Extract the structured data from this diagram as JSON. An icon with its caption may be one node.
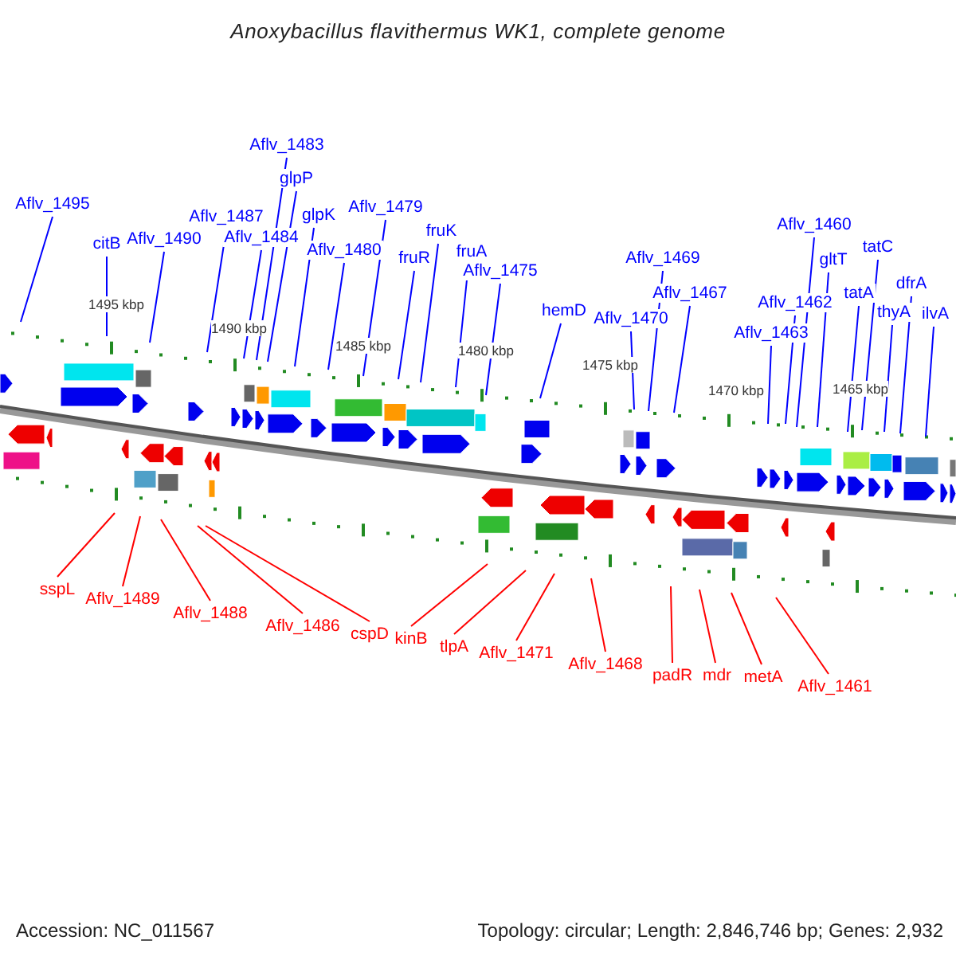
{
  "diagram": {
    "title": "Anoxybacillus flavithermus WK1, complete genome",
    "nodes": [
      {
        "text": [
          "Aflv_1495"
        ]
      },
      {
        "text": [
          "citB"
        ]
      },
      {
        "text": [
          "Aflv_1490"
        ]
      },
      {
        "text": [
          "Aflv_1487"
        ]
      },
      {
        "text": [
          "Aflv_1484"
        ]
      },
      {
        "text": [
          "Aflv_1483"
        ]
      },
      {
        "text": [
          "glpP"
        ]
      },
      {
        "text": [
          "glpK"
        ]
      },
      {
        "text": [
          "Aflv_1480"
        ]
      },
      {
        "text": [
          "Aflv_1479"
        ]
      },
      {
        "text": [
          "fruR"
        ]
      },
      {
        "text": [
          "fruK"
        ]
      },
      {
        "text": [
          "fruA"
        ]
      },
      {
        "text": [
          "Aflv_1475"
        ]
      },
      {
        "text": [
          "hemD"
        ]
      },
      {
        "text": [
          "Aflv_1470"
        ]
      },
      {
        "text": [
          "Aflv_1469"
        ]
      },
      {
        "text": [
          "Aflv_1467"
        ]
      },
      {
        "text": [
          "Aflv_1463"
        ]
      },
      {
        "text": [
          "Aflv_1462"
        ]
      },
      {
        "text": [
          "Aflv_1460"
        ]
      },
      {
        "text": [
          "gltT"
        ]
      },
      {
        "text": [
          "tatA"
        ]
      },
      {
        "text": [
          "tatC"
        ]
      },
      {
        "text": [
          "thyA"
        ]
      },
      {
        "text": [
          "dfrA"
        ]
      },
      {
        "text": [
          "ilvA"
        ]
      },
      {
        "text": [
          "sspL"
        ]
      },
      {
        "text": [
          "Aflv_1489"
        ]
      },
      {
        "text": [
          "Aflv_1488"
        ]
      },
      {
        "text": [
          "Aflv_1486"
        ]
      },
      {
        "text": [
          "cspD"
        ]
      },
      {
        "text": [
          "kinB"
        ]
      },
      {
        "text": [
          "tlpA"
        ]
      },
      {
        "text": [
          "Aflv_1471"
        ]
      },
      {
        "text": [
          "Aflv_1468"
        ]
      },
      {
        "text": [
          "padR"
        ]
      },
      {
        "text": [
          "mdr"
        ]
      },
      {
        "text": [
          "metA"
        ]
      },
      {
        "text": [
          "Aflv_1461"
        ]
      }
    ],
    "edges": [
      {
        "from": 0,
        "to": null,
        "arrow": "none"
      },
      {
        "from": 1,
        "to": null,
        "arrow": "none"
      },
      {
        "from": 2,
        "to": null,
        "arrow": "none"
      },
      {
        "from": 3,
        "to": null,
        "arrow": "none"
      },
      {
        "from": 4,
        "to": null,
        "arrow": "none"
      },
      {
        "from": 5,
        "to": null,
        "arrow": "none"
      },
      {
        "from": 6,
        "to": null,
        "arrow": "none"
      },
      {
        "from": 7,
        "to": null,
        "arrow": "none"
      },
      {
        "from": 8,
        "to": null,
        "arrow": "none"
      },
      {
        "from": 9,
        "to": null,
        "arrow": "none"
      },
      {
        "from": 10,
        "to": null,
        "arrow": "none"
      },
      {
        "from": 11,
        "to": null,
        "arrow": "none"
      },
      {
        "from": 12,
        "to": null,
        "arrow": "none"
      },
      {
        "from": 13,
        "to": null,
        "arrow": "none"
      },
      {
        "from": 14,
        "to": null,
        "arrow": "none"
      },
      {
        "from": 15,
        "to": null,
        "arrow": "none"
      },
      {
        "from": 16,
        "to": null,
        "arrow": "none"
      },
      {
        "from": 17,
        "to": null,
        "arrow": "none"
      },
      {
        "from": 18,
        "to": null,
        "arrow": "none"
      },
      {
        "from": 19,
        "to": null,
        "arrow": "none"
      },
      {
        "from": 20,
        "to": null,
        "arrow": "none"
      },
      {
        "from": 21,
        "to": null,
        "arrow": "none"
      },
      {
        "from": 22,
        "to": null,
        "arrow": "none"
      },
      {
        "from": 23,
        "to": null,
        "arrow": "none"
      },
      {
        "from": 24,
        "to": null,
        "arrow": "none"
      },
      {
        "from": 25,
        "to": null,
        "arrow": "none"
      },
      {
        "from": 26,
        "to": null,
        "arrow": "none"
      },
      {
        "from": 27,
        "to": null,
        "arrow": "none",
        "color": "#ff0000"
      },
      {
        "from": 28,
        "to": null,
        "arrow": "none",
        "color": "#ff0000"
      },
      {
        "from": 29,
        "to": null,
        "arrow": "none",
        "color": "#ff0000"
      },
      {
        "from": 30,
        "to": null,
        "arrow": "none",
        "color": "#ff0000"
      },
      {
        "from": 31,
        "to": null,
        "arrow": "none",
        "color": "#ff0000"
      },
      {
        "from": 32,
        "to": null,
        "arrow": "none",
        "color": "#ff0000"
      },
      {
        "from": 33,
        "to": null,
        "arrow": "none",
        "color": "#ff0000"
      },
      {
        "from": 34,
        "to": null,
        "arrow": "none",
        "color": "#ff0000"
      },
      {
        "from": 35,
        "to": null,
        "arrow": "none",
        "color": "#ff0000"
      },
      {
        "from": 36,
        "to": null,
        "arrow": "none",
        "color": "#ff0000"
      },
      {
        "from": 37,
        "to": null,
        "arrow": "none",
        "color": "#ff0000"
      },
      {
        "from": 38,
        "to": null,
        "arrow": "none",
        "color": "#ff0000"
      },
      {
        "from": 39,
        "to": null,
        "arrow": "none",
        "color": "#ff0000"
      }
    ],
    "labels": [
      "1495 kbp",
      "1490 kbp",
      "1485 kbp",
      "1480 kbp",
      "1475 kbp",
      "1470 kbp",
      "1465 kbp",
      "Accession: NC_011567",
      "Topology: circular; Length: 2,846,746 bp; Genes: 2,932"
    ]
  }
}
